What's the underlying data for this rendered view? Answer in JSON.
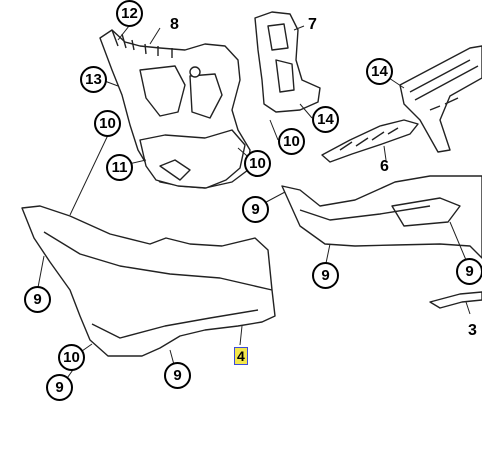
{
  "labels": {
    "l12": "12",
    "l8": "8",
    "l7": "7",
    "l13": "13",
    "l14a": "14",
    "l14b": "14",
    "l10a": "10",
    "l10b": "10",
    "l10c": "10",
    "l10d": "10",
    "l11": "11",
    "l6": "6",
    "l9a": "9",
    "l9b": "9",
    "l9c": "9",
    "l9d": "9",
    "l9e": "9",
    "l9f": "9",
    "l3": "3",
    "l4": "4"
  }
}
